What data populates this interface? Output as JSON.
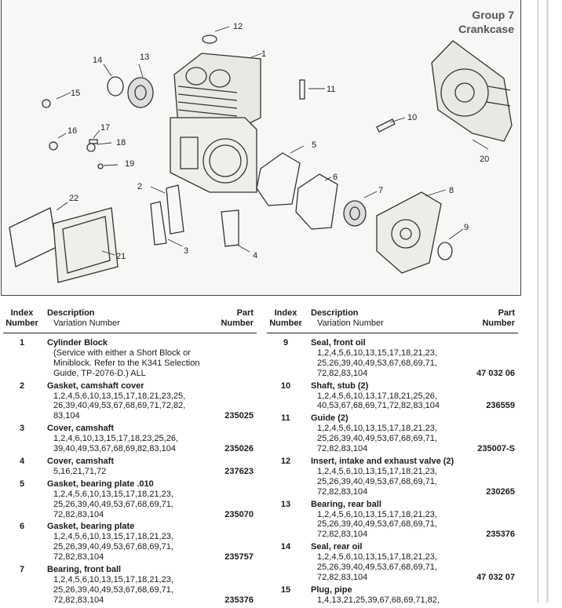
{
  "group": {
    "line1": "Group 7",
    "line2": "Crankcase"
  },
  "callouts": [
    "1",
    "2",
    "3",
    "4",
    "5",
    "6",
    "7",
    "8",
    "9",
    "10",
    "11",
    "12",
    "13",
    "14",
    "15",
    "16",
    "17",
    "18",
    "19",
    "20",
    "21",
    "22"
  ],
  "headers": {
    "index_line1": "Index",
    "index_line2": "Number",
    "desc_line1": "Description",
    "desc_line2": "Variation Number",
    "part_line1": "Part",
    "part_line2": "Number"
  },
  "left_rows": [
    {
      "index": "1",
      "desc": "Cylinder Block",
      "variation": "(Service with either a Short Block or Miniblock. Refer to the K341 Selection Guide, TP-2076-D.) ALL",
      "part": ""
    },
    {
      "index": "2",
      "desc": "Gasket, camshaft cover",
      "variation": "1,2,4,5,6,10,13,15,17,18,21,23,25, 26,39,40,49,53,67,68,69,71,72,82, 83,104",
      "part": "235025"
    },
    {
      "index": "3",
      "desc": "Cover, camshaft",
      "variation": "1,2,4,6,10,13,15,17,18,23,25,26, 39,40,49,53,67,68,69,82,83,104",
      "part": "235026"
    },
    {
      "index": "4",
      "desc": "Cover, camshaft",
      "variation": "5,16,21,71,72",
      "part": "237623"
    },
    {
      "index": "5",
      "desc": "Gasket, bearing plate .010",
      "variation": "1,2,4,5,6,10,13,15,17,18,21,23, 25,26,39,40,49,53,67,68,69,71, 72,82,83,104",
      "part": "235070"
    },
    {
      "index": "6",
      "desc": "Gasket, bearing plate",
      "variation": "1,2,4,5,6,10,13,15,17,18,21,23, 25,26,39,40,49,53,67,68,69,71, 72,82,83,104",
      "part": "235757"
    },
    {
      "index": "7",
      "desc": "Bearing, front ball",
      "variation": "1,2,4,5,6,10,13,15,17,18,21,23, 25,26,39,40,49,53,67,68,69,71, 72,82,83,104",
      "part": "235376"
    }
  ],
  "right_rows": [
    {
      "index": "9",
      "desc": "Seal, front oil",
      "variation": "1,2,4,5,6,10,13,15,17,18,21,23, 25,26,39,40,49,53,67,68,69,71, 72,82,83,104",
      "part": "47 032 06"
    },
    {
      "index": "10",
      "desc": "Shaft, stub (2)",
      "variation": "1,2,4,5,6,10,13,17,18,21,25,26, 40,53,67,68,69,71,72,82,83,104",
      "part": "236559"
    },
    {
      "index": "11",
      "desc": "Guide (2)",
      "variation": "1,2,4,5,6,10,13,15,17,18,21,23, 25,26,39,40,49,53,67,68,69,71, 72,82,83,104",
      "part": "235007-S"
    },
    {
      "index": "12",
      "desc": "Insert, intake and exhaust valve (2)",
      "variation": "1,2,4,5,6,10,13,15,17,18,21,23, 25,26,39,40,49,53,67,68,69,71, 72,82,83,104",
      "part": "230265"
    },
    {
      "index": "13",
      "desc": "Bearing, rear ball",
      "variation": "1,2,4,5,6,10,13,15,17,18,21,23, 25,26,39,40,49,53,67,68,69,71, 72,82,83,104",
      "part": "235376"
    },
    {
      "index": "14",
      "desc": "Seal, rear oil",
      "variation": "1,2,4,5,6,10,13,15,17,18,21,23, 25,26,39,40,49,53,67,68,69,71, 72,82,83,104",
      "part": "47 032 07"
    },
    {
      "index": "15",
      "desc": "Plug, pipe",
      "variation": "1,4,13,21,25,39,67,68,69,71,82,",
      "part": ""
    }
  ]
}
